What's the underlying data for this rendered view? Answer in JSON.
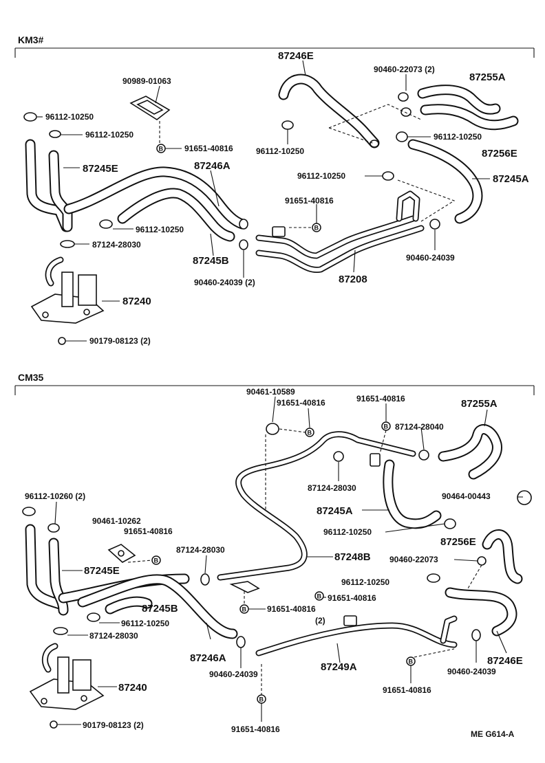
{
  "sections": [
    {
      "id": "km3",
      "label": "KM3#"
    },
    {
      "id": "cm35",
      "label": "CM35"
    }
  ],
  "footer": {
    "code": "ME  G614-A"
  },
  "bolt_letter": "B",
  "labels": [
    {
      "id": "k1",
      "text": "87246E"
    },
    {
      "id": "k2",
      "text": "90460-22073 (2)"
    },
    {
      "id": "k3",
      "text": "87255A"
    },
    {
      "id": "k4",
      "text": "90989-01063"
    },
    {
      "id": "k5",
      "text": "96112-10250"
    },
    {
      "id": "k6",
      "text": "96112-10250"
    },
    {
      "id": "k7",
      "text": "91651-40816"
    },
    {
      "id": "k8",
      "text": "96112-10250"
    },
    {
      "id": "k9",
      "text": "96112-10250"
    },
    {
      "id": "k10",
      "text": "87256E"
    },
    {
      "id": "k11",
      "text": "87245E"
    },
    {
      "id": "k12",
      "text": "87246A"
    },
    {
      "id": "k13",
      "text": "96112-10250"
    },
    {
      "id": "k14",
      "text": "87245A"
    },
    {
      "id": "k15",
      "text": "91651-40816"
    },
    {
      "id": "k16",
      "text": "96112-10250"
    },
    {
      "id": "k17",
      "text": "87124-28030"
    },
    {
      "id": "k18",
      "text": "87245B"
    },
    {
      "id": "k19",
      "text": "90460-24039"
    },
    {
      "id": "k20",
      "text": "90460-24039 (2)"
    },
    {
      "id": "k21",
      "text": "87208"
    },
    {
      "id": "k22",
      "text": "87240"
    },
    {
      "id": "k23",
      "text": "90179-08123 (2)"
    },
    {
      "id": "c1",
      "text": "90461-10589"
    },
    {
      "id": "c2",
      "text": "91651-40816"
    },
    {
      "id": "c3",
      "text": "91651-40816"
    },
    {
      "id": "c4",
      "text": "87255A"
    },
    {
      "id": "c5",
      "text": "87124-28040"
    },
    {
      "id": "c6",
      "text": "87124-28030"
    },
    {
      "id": "c7",
      "text": "90464-00443"
    },
    {
      "id": "c8",
      "text": "96112-10260 (2)"
    },
    {
      "id": "c9",
      "text": "87245A"
    },
    {
      "id": "c10",
      "text": "90461-10262"
    },
    {
      "id": "c11",
      "text": "91651-40816"
    },
    {
      "id": "c12",
      "text": "96112-10250"
    },
    {
      "id": "c13",
      "text": "87256E"
    },
    {
      "id": "c14",
      "text": "87124-28030"
    },
    {
      "id": "c15",
      "text": "90460-22073"
    },
    {
      "id": "c16",
      "text": "87245E"
    },
    {
      "id": "c17",
      "text": "87248B"
    },
    {
      "id": "c18",
      "text": "96112-10250"
    },
    {
      "id": "c19",
      "text": "91651-40816"
    },
    {
      "id": "c20",
      "text": "87245B"
    },
    {
      "id": "c21",
      "text": "91651-40816"
    },
    {
      "id": "c22",
      "text": "(2)"
    },
    {
      "id": "c23",
      "text": "96112-10250"
    },
    {
      "id": "c24",
      "text": "87124-28030"
    },
    {
      "id": "c25",
      "text": "87246A"
    },
    {
      "id": "c26",
      "text": "87249A"
    },
    {
      "id": "c27",
      "text": "87246E"
    },
    {
      "id": "c28",
      "text": "90460-24039"
    },
    {
      "id": "c29",
      "text": "90460-24039"
    },
    {
      "id": "c30",
      "text": "87240"
    },
    {
      "id": "c31",
      "text": "91651-40816"
    },
    {
      "id": "c32",
      "text": "91651-40816"
    },
    {
      "id": "c33",
      "text": "90179-08123 (2)"
    }
  ]
}
